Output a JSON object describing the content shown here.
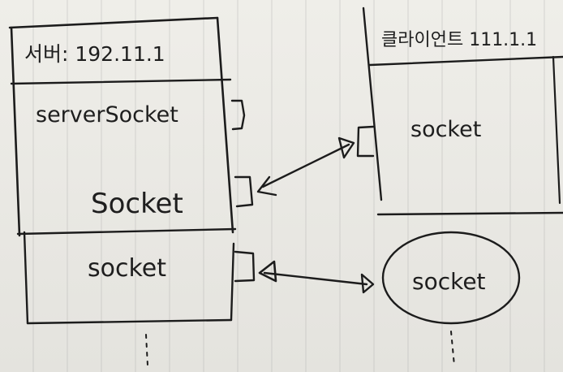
{
  "server": {
    "title": "서버: 192.11.1",
    "server_socket_label": "serverSocket",
    "socket_label": "Socket",
    "socket2_label": "socket"
  },
  "client": {
    "title": "클라이언트 111.1.1",
    "socket_label": "socket"
  },
  "new_client": {
    "socket_label": "socket"
  },
  "colors": {
    "ink": "#1c1c1c",
    "paper": "#ecebe6"
  }
}
